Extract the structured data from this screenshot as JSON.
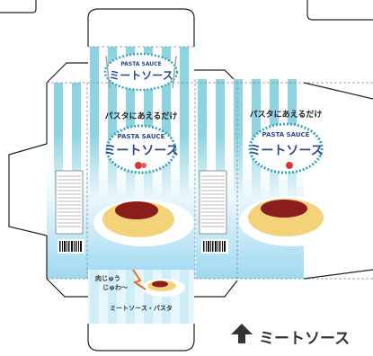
{
  "colors": {
    "stripe": "#8fd3e0",
    "stripe_light": "#d8f1f6",
    "sky": "#a7dcf2",
    "sky_deep": "#7cc7ea",
    "outline": "#222222",
    "fold": "#7a8ea3",
    "label_border": "#3aa5b8",
    "label_text": "#2a4a8a",
    "sauce": "#8b1d1d",
    "noodle": "#f3d27a",
    "plate": "#ffffff",
    "arrow": "#333333"
  },
  "top_flap": {
    "label_small": "PASTA SAUCE",
    "label_big": "ミートソース"
  },
  "front": {
    "slogan": "パスタにあえるだけ",
    "label_small": "PASTA SAUCE",
    "label_big": "ミートソース"
  },
  "back": {
    "slogan": "パスタにあえるだけ",
    "label_small": "PASTA SAUCE",
    "label_big": "ミートソース"
  },
  "bottom_flap": {
    "tagline_1": "肉じゅう",
    "tagline_2": "じゅわ〜",
    "caption": "ミートソース・パスタ"
  },
  "title_text": "ミートソース",
  "title_icon": "up-arrow-icon"
}
